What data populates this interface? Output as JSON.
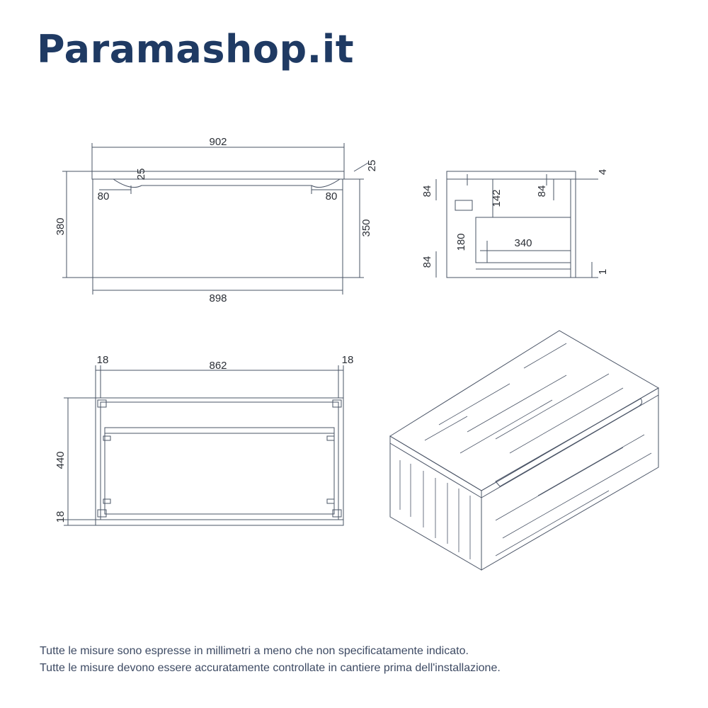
{
  "brand": {
    "name": "Paramashop.it",
    "color": "#1f3a63"
  },
  "line_color": "#4a5466",
  "dimensions": {
    "front": {
      "top_width": "902",
      "bottom_width": "898",
      "height_total": "380",
      "height_body": "350",
      "top_thickness_left": "25",
      "top_thickness_right": "25",
      "handle_offset_left": "80",
      "handle_offset_right": "80"
    },
    "side": {
      "rear_gap_top": "84",
      "front_gap_top": "84",
      "drawer_depth_top": "142",
      "drawer_height": "180",
      "drawer_length": "340",
      "rear_gap_bottom": "84",
      "top_offset": "4",
      "bottom_offset": "1"
    },
    "plan": {
      "side_left": "18",
      "inner_width": "862",
      "side_right": "18",
      "depth": "440",
      "back_thickness": "18"
    }
  },
  "notes": [
    "Tutte le misure sono espresse in millimetri a meno che non specificatamente indicato.",
    "Tutte le misure devono essere accuratamente controllate in cantiere prima dell'installazione."
  ]
}
